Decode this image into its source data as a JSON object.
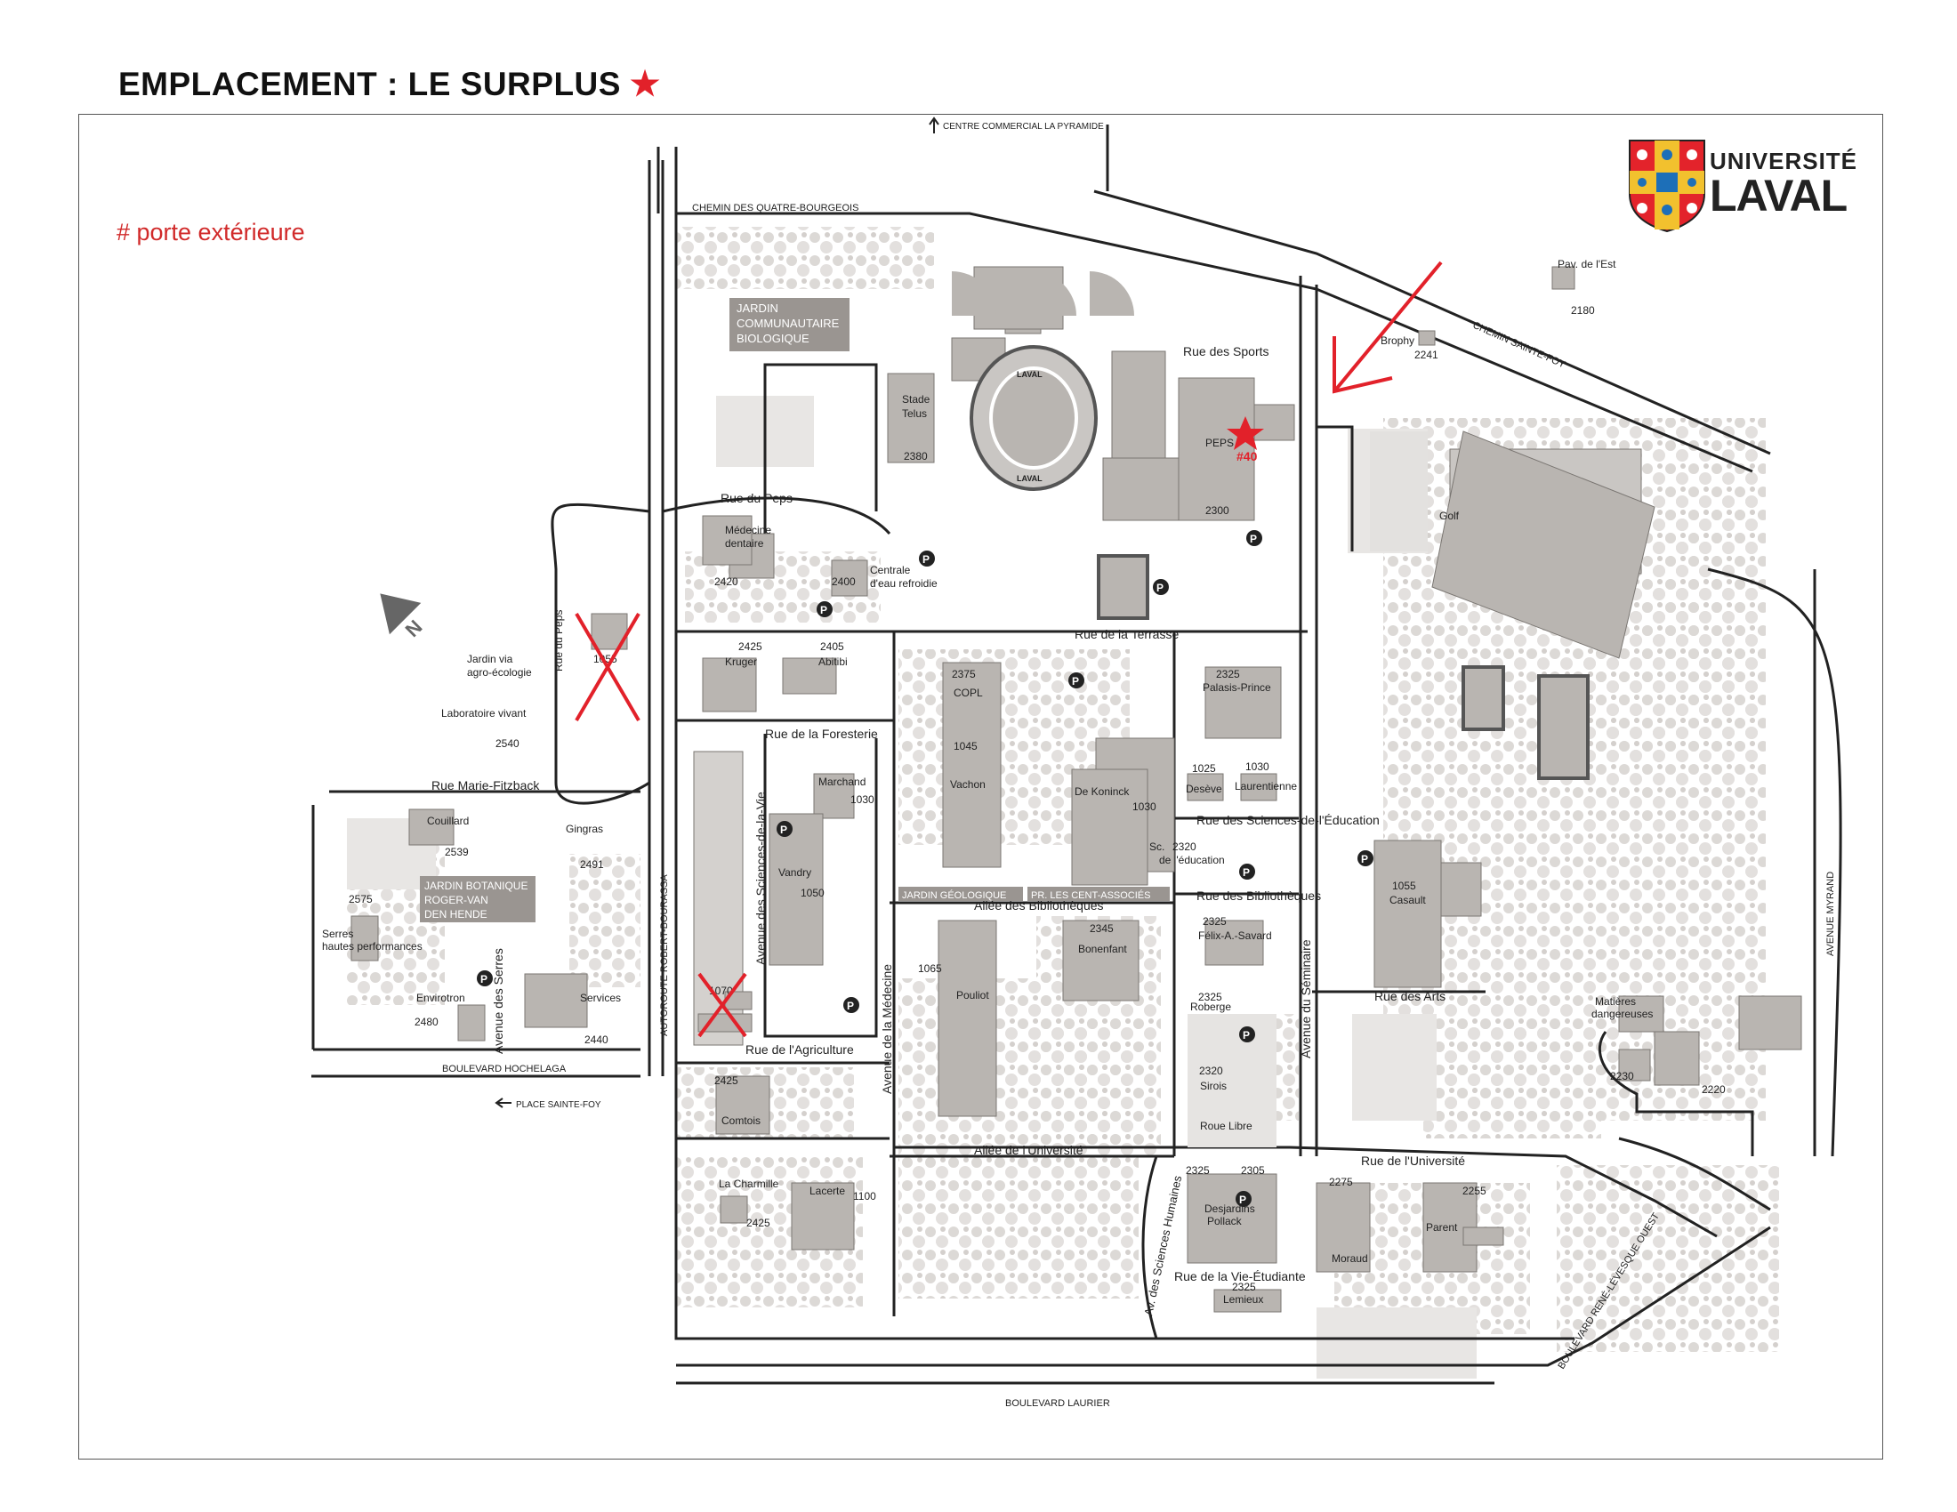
{
  "title": "EMPLACEMENT : LE SURPLUS",
  "title_marker": "★",
  "legend": "# porte extérieure",
  "logo": {
    "line1": "UNIVERSITÉ",
    "line2": "LAVAL"
  },
  "colors": {
    "accent": "#e2212a",
    "building": "#b9b5b1",
    "road": "#222222",
    "tree": "#d9d6d3"
  },
  "target": {
    "name": "PEPS",
    "door": "#40",
    "number": "2300"
  },
  "roads": [
    {
      "id": "r1",
      "label": "CHEMIN DES QUATRE-BOURGEOIS"
    },
    {
      "id": "r2",
      "label": "CHEMIN SAINTE-FOY"
    },
    {
      "id": "r3",
      "label": "CENTRE COMMERCIAL LA PYRAMIDE"
    },
    {
      "id": "r4",
      "label": "Rue des Sports"
    },
    {
      "id": "r5",
      "label": "Rue du Peps"
    },
    {
      "id": "r6",
      "label": "Rue du Peps"
    },
    {
      "id": "r7",
      "label": "Rue de la Terrasse"
    },
    {
      "id": "r8",
      "label": "Rue de la Foresterie"
    },
    {
      "id": "r9",
      "label": "Rue Marie-Fitzback"
    },
    {
      "id": "r10",
      "label": "AUTOROUTE ROBERT-BOURASSA"
    },
    {
      "id": "r11",
      "label": "Avenue des Sciences-de-la-Vie"
    },
    {
      "id": "r12",
      "label": "Rue des Sciences-de-l'Éducation"
    },
    {
      "id": "r13",
      "label": "Rue des Bibliothèques"
    },
    {
      "id": "r14",
      "label": "Allée des Bibliothèques"
    },
    {
      "id": "r15",
      "label": "Rue des Arts"
    },
    {
      "id": "r16",
      "label": "Avenue du Séminaire"
    },
    {
      "id": "r17",
      "label": "Avenue de la Médecine"
    },
    {
      "id": "r18",
      "label": "Rue de l'Agriculture"
    },
    {
      "id": "r19",
      "label": "BOULEVARD HOCHELAGA"
    },
    {
      "id": "r20",
      "label": "PLACE SAINTE-FOY"
    },
    {
      "id": "r21",
      "label": "Avenue des Serres"
    },
    {
      "id": "r22",
      "label": "Allée de l'Université"
    },
    {
      "id": "r23",
      "label": "Rue de l'Université"
    },
    {
      "id": "r24",
      "label": "Rue de la Vie-Étudiante"
    },
    {
      "id": "r25",
      "label": "Av. des Sciences Humaines"
    },
    {
      "id": "r26",
      "label": "BOULEVARD LAURIER"
    },
    {
      "id": "r27",
      "label": "BOULEVARD RENÉ-LÉVESQUE OUEST"
    },
    {
      "id": "r28",
      "label": "AVENUE MYRAND"
    }
  ],
  "areas": [
    {
      "id": "a1",
      "lines": [
        "JARDIN",
        "COMMUNAUTAIRE",
        "BIOLOGIQUE"
      ]
    },
    {
      "id": "a2",
      "lines": [
        "JARDIN BOTANIQUE",
        "ROGER-VAN",
        "DEN HENDE"
      ]
    },
    {
      "id": "a3",
      "lines": [
        "JARDIN GÉOLOGIQUE"
      ]
    },
    {
      "id": "a4",
      "lines": [
        "PR. LES CENT-ASSOCIÉS"
      ]
    }
  ],
  "labels": [
    {
      "id": "l1",
      "text": "Pav. de l'Est"
    },
    {
      "id": "l2",
      "text": "2180"
    },
    {
      "id": "l3",
      "text": "Brophy"
    },
    {
      "id": "l4",
      "text": "2241"
    },
    {
      "id": "l5",
      "text": "Stade"
    },
    {
      "id": "l6",
      "text": "Telus"
    },
    {
      "id": "l7",
      "text": "2380"
    },
    {
      "id": "l8",
      "text": "PEPS"
    },
    {
      "id": "l9",
      "text": "2300"
    },
    {
      "id": "l10",
      "text": "Golf"
    },
    {
      "id": "l11",
      "text": "Médecine"
    },
    {
      "id": "l12",
      "text": "dentaire"
    },
    {
      "id": "l13",
      "text": "2420"
    },
    {
      "id": "l14",
      "text": "2400"
    },
    {
      "id": "l15",
      "text": "Centrale"
    },
    {
      "id": "l16",
      "text": "d'eau refroidie"
    },
    {
      "id": "l17",
      "text": "2425"
    },
    {
      "id": "l18",
      "text": "Kruger"
    },
    {
      "id": "l19",
      "text": "2405"
    },
    {
      "id": "l20",
      "text": "Abitibi"
    },
    {
      "id": "l21",
      "text": "2375"
    },
    {
      "id": "l22",
      "text": "COPL"
    },
    {
      "id": "l23",
      "text": "1045"
    },
    {
      "id": "l24",
      "text": "Vachon"
    },
    {
      "id": "l25",
      "text": "2325"
    },
    {
      "id": "l26",
      "text": "Palasis-Prince"
    },
    {
      "id": "l27",
      "text": "1025"
    },
    {
      "id": "l28",
      "text": "Desève"
    },
    {
      "id": "l29",
      "text": "1030"
    },
    {
      "id": "l30",
      "text": "Laurentienne"
    },
    {
      "id": "l31",
      "text": "De Koninck"
    },
    {
      "id": "l32",
      "text": "1030"
    },
    {
      "id": "l33",
      "text": "1055"
    },
    {
      "id": "l34",
      "text": "Jardin via"
    },
    {
      "id": "l35",
      "text": "agro-écologie"
    },
    {
      "id": "l36",
      "text": "Laboratoire vivant"
    },
    {
      "id": "l37",
      "text": "2540"
    },
    {
      "id": "l38",
      "text": "Marchand"
    },
    {
      "id": "l39",
      "text": "1030"
    },
    {
      "id": "l40",
      "text": "Vandry"
    },
    {
      "id": "l41",
      "text": "1050"
    },
    {
      "id": "l42",
      "text": "Couillard"
    },
    {
      "id": "l43",
      "text": "2539"
    },
    {
      "id": "l44",
      "text": "Gingras"
    },
    {
      "id": "l45",
      "text": "2491"
    },
    {
      "id": "l46",
      "text": "2575"
    },
    {
      "id": "l47",
      "text": "Serres"
    },
    {
      "id": "l48",
      "text": "hautes performances"
    },
    {
      "id": "l49",
      "text": "Envirotron"
    },
    {
      "id": "l50",
      "text": "2480"
    },
    {
      "id": "l51",
      "text": "Services"
    },
    {
      "id": "l52",
      "text": "2440"
    },
    {
      "id": "l53",
      "text": "1070"
    },
    {
      "id": "l54",
      "text": "2320"
    },
    {
      "id": "l55",
      "text": "Sc."
    },
    {
      "id": "l56",
      "text": "de l'éducation"
    },
    {
      "id": "l57",
      "text": "1055"
    },
    {
      "id": "l58",
      "text": "Casault"
    },
    {
      "id": "l59",
      "text": "2325"
    },
    {
      "id": "l60",
      "text": "Félix-A.-Savard"
    },
    {
      "id": "l61",
      "text": "2345"
    },
    {
      "id": "l62",
      "text": "Bonenfant"
    },
    {
      "id": "l63",
      "text": "1065"
    },
    {
      "id": "l64",
      "text": "Pouliot"
    },
    {
      "id": "l65",
      "text": "2325"
    },
    {
      "id": "l66",
      "text": "Roberge"
    },
    {
      "id": "l67",
      "text": "2320"
    },
    {
      "id": "l68",
      "text": "Sirois"
    },
    {
      "id": "l69",
      "text": "Roue Libre"
    },
    {
      "id": "l70",
      "text": "Matières"
    },
    {
      "id": "l71",
      "text": "dangereuses"
    },
    {
      "id": "l72",
      "text": "2230"
    },
    {
      "id": "l73",
      "text": "2220"
    },
    {
      "id": "l74",
      "text": "2425"
    },
    {
      "id": "l75",
      "text": "Comtois"
    },
    {
      "id": "l76",
      "text": "La Charmille"
    },
    {
      "id": "l77",
      "text": "2425"
    },
    {
      "id": "l78",
      "text": "Lacerte"
    },
    {
      "id": "l79",
      "text": "1100"
    },
    {
      "id": "l80",
      "text": "2325"
    },
    {
      "id": "l81",
      "text": "2305"
    },
    {
      "id": "l82",
      "text": "Desjardins"
    },
    {
      "id": "l83",
      "text": "Pollack"
    },
    {
      "id": "l84",
      "text": "2275"
    },
    {
      "id": "l85",
      "text": "Moraud"
    },
    {
      "id": "l86",
      "text": "2255"
    },
    {
      "id": "l87",
      "text": "Parent"
    },
    {
      "id": "l88",
      "text": "2325"
    },
    {
      "id": "l89",
      "text": "Lemieux"
    },
    {
      "id": "l90",
      "text": "LAVAL"
    },
    {
      "id": "l91",
      "text": "LAVAL"
    }
  ],
  "parking": "P",
  "north": "N"
}
